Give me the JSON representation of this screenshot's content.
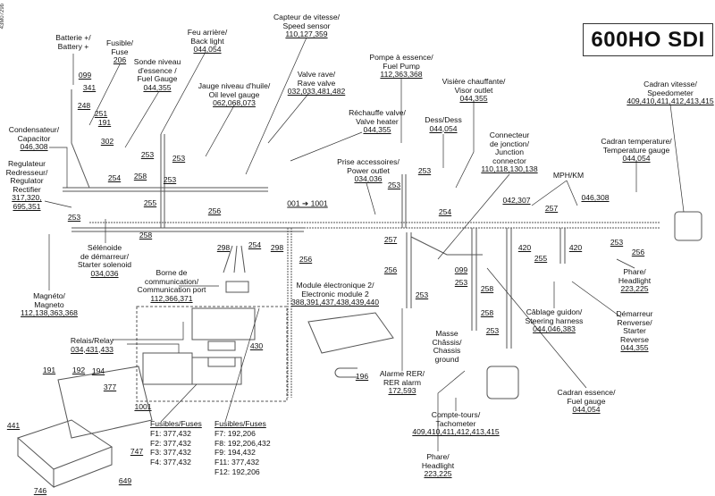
{
  "title": "600HO SDI",
  "figure_id": "43M0729b",
  "labels": [
    {
      "id": "battery",
      "lines": [
        "Batterie +/",
        "Battery +"
      ],
      "codes": []
    },
    {
      "id": "fuse",
      "lines": [
        "Fusible/",
        "Fuse"
      ],
      "codes": [
        "206"
      ]
    },
    {
      "id": "fuel-level-sensor",
      "lines": [
        "Sonde niveau",
        "d'essence /",
        "Fuel Gauge"
      ],
      "codes": [
        "044,355"
      ]
    },
    {
      "id": "back-light",
      "lines": [
        "Feu arrière/",
        "Back light"
      ],
      "codes": [
        "044,054"
      ]
    },
    {
      "id": "oil-level-gauge",
      "lines": [
        "Jauge niveau d'huile/",
        "Oil level gauge"
      ],
      "codes": [
        "062,068,073"
      ]
    },
    {
      "id": "speed-sensor",
      "lines": [
        "Capteur de vitesse/",
        "Speed sensor"
      ],
      "codes": [
        "110,127,359"
      ]
    },
    {
      "id": "rave-valve",
      "lines": [
        "Valve rave/",
        "Rave valve"
      ],
      "codes": [
        "032,033,481,482"
      ]
    },
    {
      "id": "valve-heater",
      "lines": [
        "Réchauffe valve/",
        "Valve heater"
      ],
      "codes": [
        "044,355"
      ]
    },
    {
      "id": "power-outlet",
      "lines": [
        "Prise accessoires/",
        "Power outlet"
      ],
      "codes": [
        "034,036"
      ]
    },
    {
      "id": "fuel-pump",
      "lines": [
        "Pompe à essence/",
        "Fuel Pump"
      ],
      "codes": [
        "112,363,368"
      ]
    },
    {
      "id": "visor-outlet",
      "lines": [
        "Visière chauffante/",
        "Visor outlet"
      ],
      "codes": [
        "044,355"
      ]
    },
    {
      "id": "dess",
      "lines": [
        "Dess/Dess"
      ],
      "codes": [
        "044,054"
      ]
    },
    {
      "id": "junction-connector",
      "lines": [
        "Connecteur",
        "de jonction/",
        "Junction",
        "connector"
      ],
      "codes": [
        "110,118,130,138"
      ]
    },
    {
      "id": "mph-km",
      "lines": [
        "MPH/KM"
      ],
      "codes": []
    },
    {
      "id": "temperature-gauge",
      "lines": [
        "Cadran temperature/",
        "Temperature gauge"
      ],
      "codes": [
        "044,054"
      ]
    },
    {
      "id": "speedometer",
      "lines": [
        "Cadran vitesse/",
        "Speedometer"
      ],
      "codes": [
        "409,410,411,412,413,415"
      ]
    },
    {
      "id": "capacitor",
      "lines": [
        "Condensateur/",
        "Capacitor"
      ],
      "codes": [
        "046,308"
      ]
    },
    {
      "id": "regulator-rectifier",
      "lines": [
        "Regulateur",
        "Redresseur/",
        "Regulator",
        "Rectifier"
      ],
      "codes": [
        "317,320,",
        "695,351"
      ]
    },
    {
      "id": "starter-solenoid",
      "lines": [
        "Sélénoide",
        "de démarreur/",
        "Starter solenoid"
      ],
      "codes": [
        "034,036"
      ]
    },
    {
      "id": "magneto",
      "lines": [
        "Magnéto/",
        "Magneto"
      ],
      "codes": [
        "112,138,363,368"
      ]
    },
    {
      "id": "communication-port",
      "lines": [
        "Borne de",
        "communication/",
        "Communication port"
      ],
      "codes": [
        "112,366,371"
      ]
    },
    {
      "id": "relay",
      "lines": [
        "Relais/Relay"
      ],
      "codes": [
        "034,431,433"
      ]
    },
    {
      "id": "electronic-module-2",
      "lines": [
        "Module électronique 2/",
        "Electronic module 2"
      ],
      "codes": [
        "388,391,437,438,439,440"
      ]
    },
    {
      "id": "rer-alarm",
      "lines": [
        "Alarme RER/",
        "RER alarm"
      ],
      "codes": [
        "172,593"
      ]
    },
    {
      "id": "chassis-ground",
      "lines": [
        "Masse",
        "Châssis/",
        "Chassis",
        "ground"
      ],
      "codes": []
    },
    {
      "id": "headlight-bottom",
      "lines": [
        "Phare/",
        "Headlight"
      ],
      "codes": [
        "223,225"
      ]
    },
    {
      "id": "tachometer",
      "lines": [
        "Compte-tours/",
        "Tachometer"
      ],
      "codes": [
        "409,410,411,412,413,415"
      ]
    },
    {
      "id": "fuel-gauge",
      "lines": [
        "Cadran essence/",
        "Fuel gauge"
      ],
      "codes": [
        "044,054"
      ]
    },
    {
      "id": "steering-harness",
      "lines": [
        "Câblage guidon/",
        "Steering harness"
      ],
      "codes": [
        "044,046,383"
      ]
    },
    {
      "id": "starter-reverse",
      "lines": [
        "Démarreur",
        "Renverse/",
        "Starter",
        "Reverse"
      ],
      "codes": [
        "044,355"
      ]
    },
    {
      "id": "headlight-right",
      "lines": [
        "Phare/",
        "Headlight"
      ],
      "codes": [
        "223,225"
      ]
    }
  ],
  "callouts": [
    "099",
    "341",
    "248",
    "251",
    "191",
    "302",
    "253",
    "253",
    "258",
    "253",
    "254",
    "255",
    "253",
    "258",
    "256",
    "001 ➔ 1001",
    "298",
    "254",
    "298",
    "256",
    "253",
    "253",
    "254",
    "042,307",
    "257",
    "046,308",
    "420",
    "420",
    "253",
    "256",
    "257",
    "255",
    "256",
    "099",
    "253",
    "253",
    "258",
    "258",
    "253",
    "196",
    "430",
    "191",
    "192",
    "194",
    "377",
    "1001",
    "441",
    "747",
    "649",
    "746"
  ],
  "fuses_left": {
    "header": "Fusibles/Fuses",
    "items": [
      "F1: 377,432",
      "F2: 377,432",
      "F3: 377,432",
      "F4: 377,432"
    ]
  },
  "fuses_right": {
    "header": "Fusibles/Fuses",
    "items": [
      "F7: 192,206",
      "F8: 192,206,432",
      "F9: 194,432",
      "F11: 377,432",
      "F12: 192,206"
    ]
  }
}
